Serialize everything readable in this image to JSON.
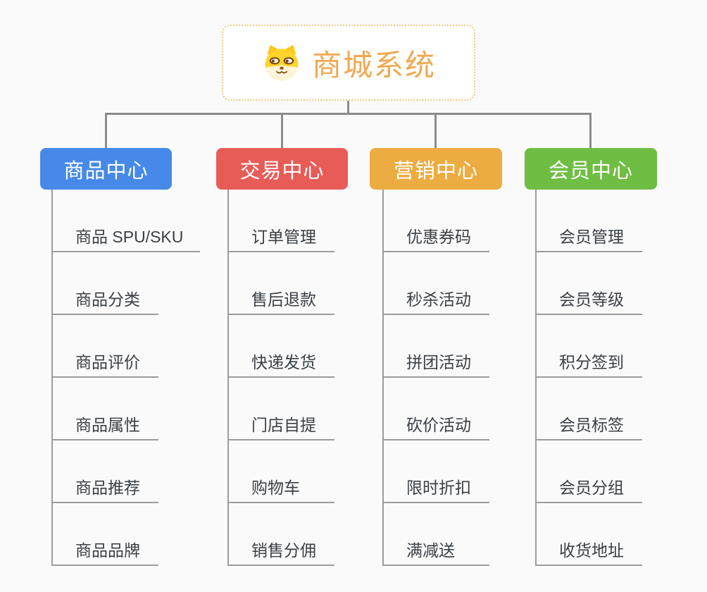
{
  "root": {
    "title": "商城系统",
    "title_color": "#f0a850",
    "icon": "shiba-dog-icon"
  },
  "branches": [
    {
      "label": "商品中心",
      "color": "#4689e8",
      "items": [
        "商品 SPU/SKU",
        "商品分类",
        "商品评价",
        "商品属性",
        "商品推荐",
        "商品品牌"
      ]
    },
    {
      "label": "交易中心",
      "color": "#e85c57",
      "items": [
        "订单管理",
        "售后退款",
        "快递发货",
        "门店自提",
        "购物车",
        "销售分佣"
      ]
    },
    {
      "label": "营销中心",
      "color": "#ecac42",
      "items": [
        "优惠券码",
        "秒杀活动",
        "拼团活动",
        "砍价活动",
        "限时折扣",
        "满减送"
      ]
    },
    {
      "label": "会员中心",
      "color": "#6fbe43",
      "items": [
        "会员管理",
        "会员等级",
        "积分签到",
        "会员标签",
        "会员分组",
        "收货地址"
      ]
    }
  ],
  "colors": {
    "connector_line": "#8c8c8c",
    "item_underline": "#9c9c9c",
    "item_text": "#3b4045",
    "background": "#fafafa"
  }
}
